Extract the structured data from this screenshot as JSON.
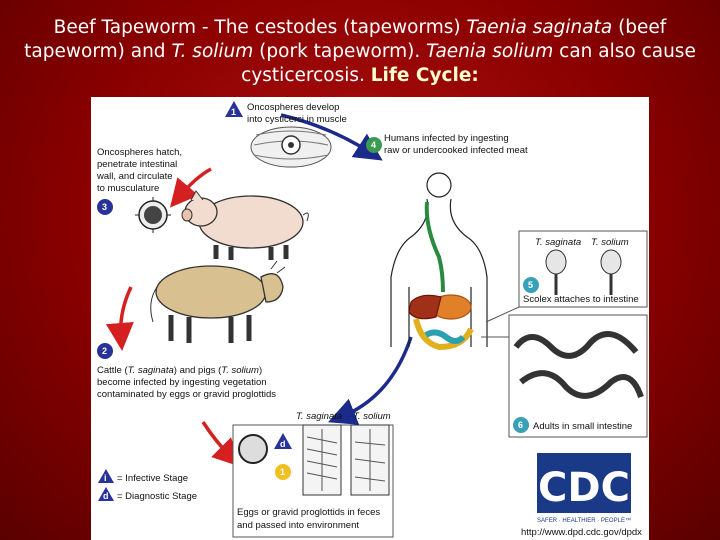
{
  "title": {
    "p1": "Beef Tapeworm - The cestodes (tapeworms) ",
    "i1": "Taenia saginata",
    "p2": " (beef tapeworm) and ",
    "i2": "T. solium",
    "p3": " (pork tapeworm).  ",
    "i3": "Taenia solium",
    "p4": " can also cause cysticercosis. ",
    "b1": "Life Cycle:"
  },
  "stages": {
    "s1": {
      "num": "1",
      "line1": "Oncospheres develop",
      "line2": "into cysticerci in muscle"
    },
    "s2": {
      "num": "2",
      "line1a": "Cattle (",
      "line1b": "T. saginata",
      "line1c": ") and pigs (",
      "line1d": "T. solium",
      "line1e": ")",
      "line2": "become infected by ingesting vegetation",
      "line3": "contaminated by eggs or gravid proglottids"
    },
    "s3": {
      "num": "3",
      "line1": "Oncospheres hatch,",
      "line2": "penetrate intestinal",
      "line3": "wall, and circulate",
      "line4": "to musculature"
    },
    "s4": {
      "num": "4",
      "line1": "Humans infected by ingesting",
      "line2": "raw or undercooked infected meat"
    },
    "s5": {
      "num": "5",
      "label": "Scolex attaches to intestine",
      "sp1": "T. saginata",
      "sp2": "T. solium"
    },
    "s6": {
      "num": "6",
      "label": "Adults in small intestine"
    },
    "eggs": {
      "num": "1",
      "line1": "Eggs or gravid proglottids in feces",
      "line2": "and passed into environment",
      "sp1": "T. saginata",
      "sp2": "T. solium"
    }
  },
  "legend": {
    "infective_letter": "i",
    "infective": "= Infective Stage",
    "diagnostic_letter": "d",
    "diagnostic": "= Diagnostic Stage"
  },
  "cdc": {
    "logo": "CDC",
    "tagline": "SAFER · HEALTHIER · PEOPLE™",
    "url": "http://www.dpd.cdc.gov/dpdx"
  },
  "colors": {
    "arrow_red": "#d42020",
    "arrow_blue": "#1c2a8c",
    "badge_blue": "#28339a",
    "badge_green": "#3c9a50",
    "badge_teal": "#3aa0b8",
    "badge_yellow": "#f0c020"
  }
}
